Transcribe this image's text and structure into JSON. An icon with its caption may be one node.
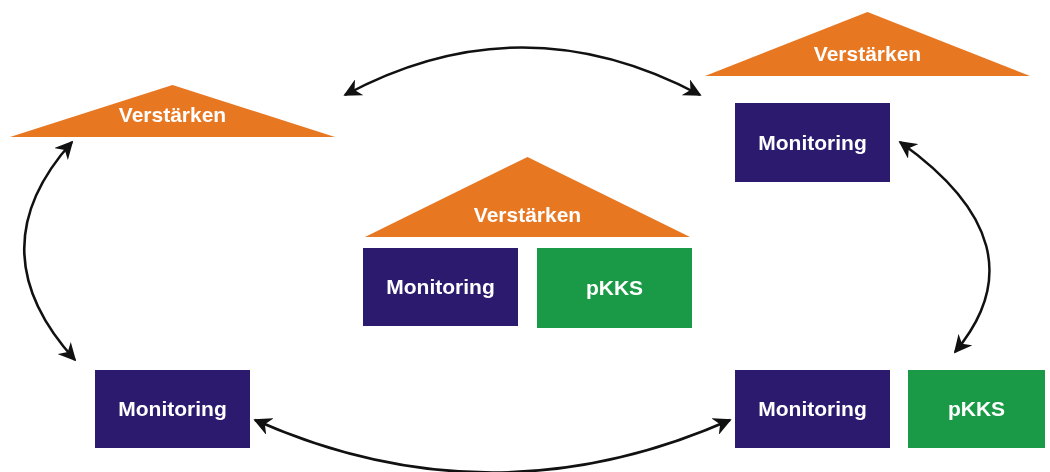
{
  "diagram": {
    "nodes": [
      {
        "text": [
          "Verstärken"
        ]
      },
      {
        "text": [
          "Verstärken"
        ]
      },
      {
        "text": [
          "Monitoring"
        ]
      },
      {
        "text": [
          "Verstärken"
        ]
      },
      {
        "text": [
          "Monitoring"
        ]
      },
      {
        "text": [
          "pKKS"
        ]
      },
      {
        "text": [
          "Monitoring"
        ]
      },
      {
        "text": [
          "Monitoring"
        ]
      },
      {
        "text": [
          "pKKS"
        ]
      }
    ],
    "edges": [
      {
        "from": 0,
        "to": 1,
        "arrow": "both"
      },
      {
        "from": 2,
        "to": 8,
        "arrow": "both"
      },
      {
        "from": 0,
        "to": 6,
        "arrow": "both"
      },
      {
        "from": 6,
        "to": 7,
        "arrow": "both"
      }
    ]
  }
}
